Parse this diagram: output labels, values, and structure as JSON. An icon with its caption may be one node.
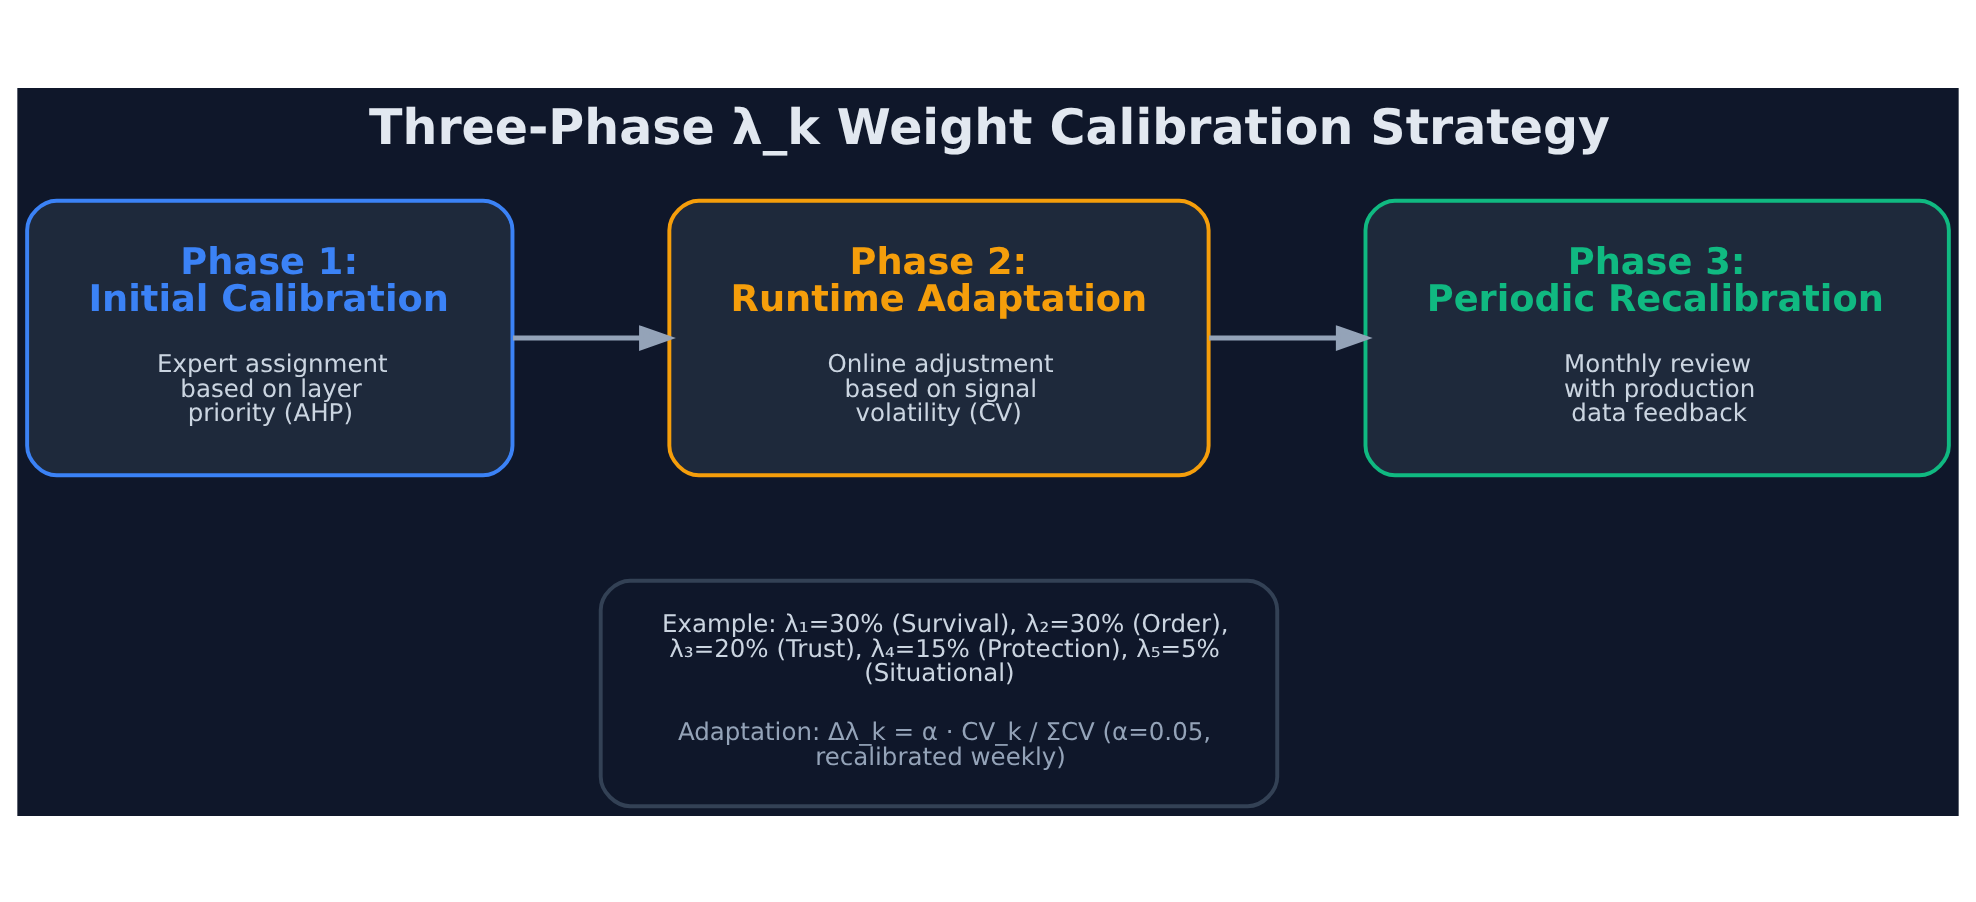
{
  "diagram": {
    "title": "Three-Phase λ_k Weight Calibration Strategy",
    "nodes": [
      {
        "text": [
          "Phase 1: Initial Calibration",
          "Expert assignment based on layer priority (AHP)"
        ]
      },
      {
        "text": [
          "Phase 2: Runtime Adaptation",
          "Online adjustment based on signal volatility (CV)"
        ]
      },
      {
        "text": [
          "Phase 3: Periodic Recalibration",
          "Monthly review with production data feedback"
        ]
      },
      {
        "text": [
          "Example: λ₁=30% (Survival), λ₂=30% (Order), λ₃=20% (Trust), λ₄=15% (Protection), λ₅=5% (Situational)",
          "Adaptation: Δλ_k = α · CV_k / ΣCV (α=0.05, recalibrated weekly)"
        ]
      }
    ],
    "edges": [
      {
        "from": 0,
        "to": 1,
        "arrow": "to"
      },
      {
        "from": 1,
        "to": 2,
        "arrow": "to"
      }
    ]
  }
}
